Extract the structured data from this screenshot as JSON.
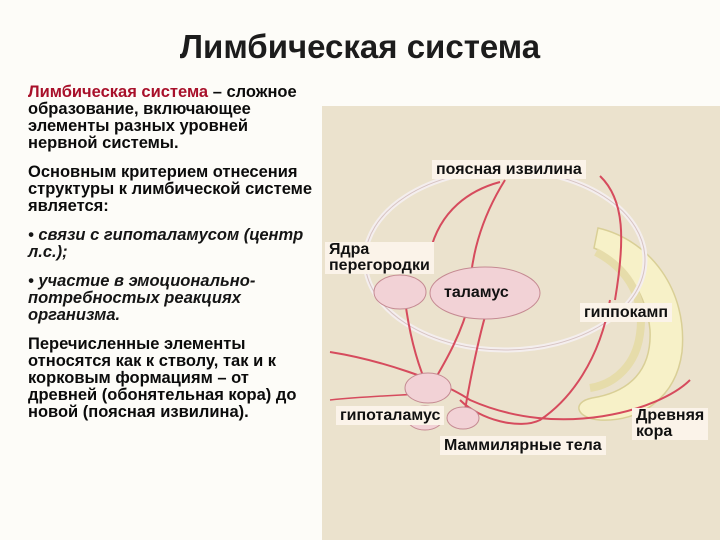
{
  "title": "Лимбическая система",
  "text": {
    "p1_term": "Лимбическая система",
    "p1_rest": " – сложное образование, включающее элементы разных уровней нервной системы.",
    "p2": "Основным критерием отнесения структуры к лимбической системе является:",
    "b1": "• связи с гипоталамусом (центр л.с.);",
    "b2": "• участие в эмоционально-потребностых реакциях организма.",
    "p3": "Перечисленные элементы относятся как к стволу, так и к корковым формациям – от древней (обонятельная кора) до новой (поясная извилина)."
  },
  "labels": {
    "cingulate": "поясная извилина",
    "septal_line1": "Ядра",
    "septal_line2": "перегородки",
    "thalamus": "таламус",
    "hippocampus": "гиппокамп",
    "hypothalamus": "гипоталамус",
    "mammillary": "Маммилярные тела",
    "ancient_line1": "Древняя",
    "ancient_line2": "кора"
  },
  "colors": {
    "panel": "#ebe2cd",
    "node_fill": "#f2d2d6",
    "node_stroke": "#c58a92",
    "connection": "#d64b5d",
    "label_bg": "#fbf3e9",
    "accent_text": "#a8102a"
  }
}
